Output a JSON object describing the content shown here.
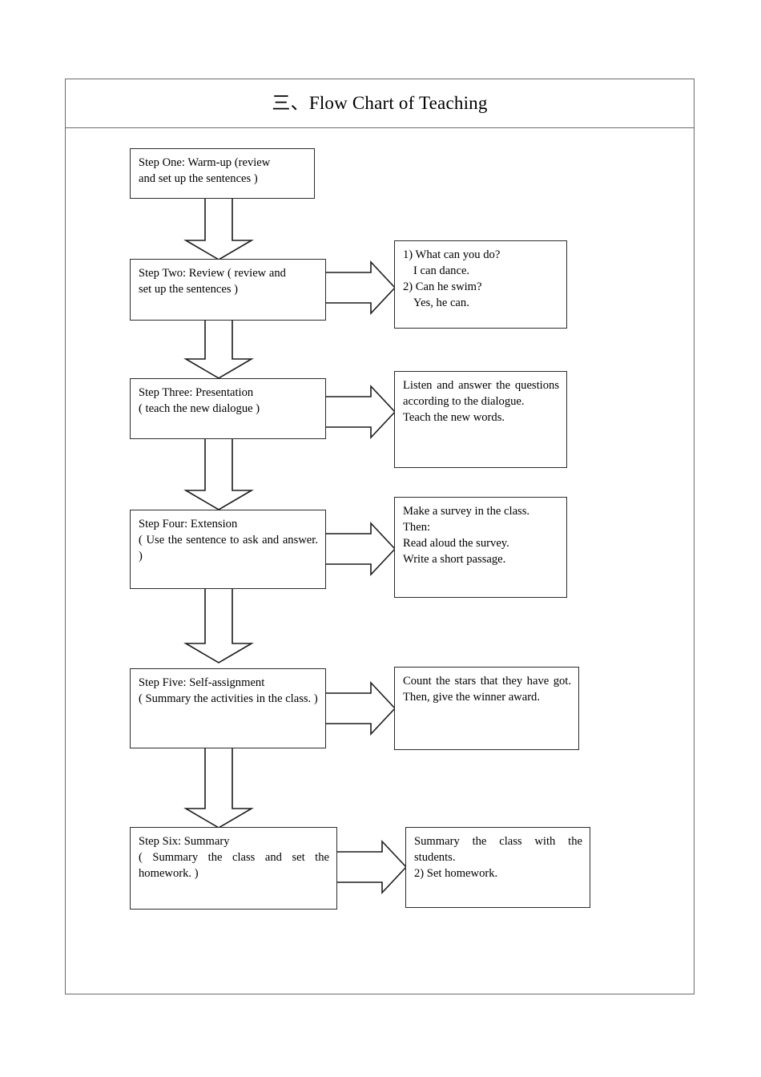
{
  "document": {
    "title": "三、Flow Chart of Teaching"
  },
  "chart_data": {
    "type": "diagram",
    "diagram_kind": "flowchart",
    "title": "三、Flow Chart of Teaching",
    "orientation": "top-to-bottom with side annotations",
    "steps": [
      {
        "id": "step-one",
        "label_line1": "Step One: Warm-up  (review",
        "label_line2": "and set up the sentences )",
        "detail": null
      },
      {
        "id": "step-two",
        "label_line1": "Step Two: Review  ( review and",
        "label_line2": "set up the sentences )",
        "detail": {
          "id": "detail-two",
          "lines": [
            "1) What can you do?",
            "I can dance.",
            "2) Can he swim?",
            "Yes, he can."
          ]
        }
      },
      {
        "id": "step-three",
        "label_line1": "Step Three: Presentation",
        "label_line2": "( teach the new dialogue )",
        "detail": {
          "id": "detail-three",
          "lines": [
            "Listen and answer the questions according to the dialogue.",
            "Teach the new words."
          ]
        }
      },
      {
        "id": "step-four",
        "label_line1": "Step Four: Extension",
        "label_line2": "(  Use  the  sentence  to  ask  and answer. )",
        "detail": {
          "id": "detail-four",
          "lines": [
            "Make a survey in the class.",
            "Then:",
            "Read aloud the survey.",
            "Write a short passage."
          ]
        }
      },
      {
        "id": "step-five",
        "label_line1": "Step Five: Self-assignment",
        "label_line2": "( Summary the activities in the class. )",
        "detail": {
          "id": "detail-five",
          "lines": [
            "Count the stars that they have got. Then, give the winner award."
          ]
        }
      },
      {
        "id": "step-six",
        "label_line1": "Step Six: Summary",
        "label_line2": "( Summary the class and set the homework. )",
        "detail": {
          "id": "detail-six",
          "lines": [
            "Summary the class with the students.",
            "2)  Set homework."
          ]
        }
      }
    ],
    "connectors": {
      "vertical_count": 5,
      "horizontal_count": 5,
      "style": "hollow block arrow"
    }
  },
  "colors": {
    "frame": "#6b6b6b",
    "box_border": "#2b2b2b",
    "connector": "#1c1c1c",
    "text": "#000000",
    "background": "#ffffff"
  }
}
